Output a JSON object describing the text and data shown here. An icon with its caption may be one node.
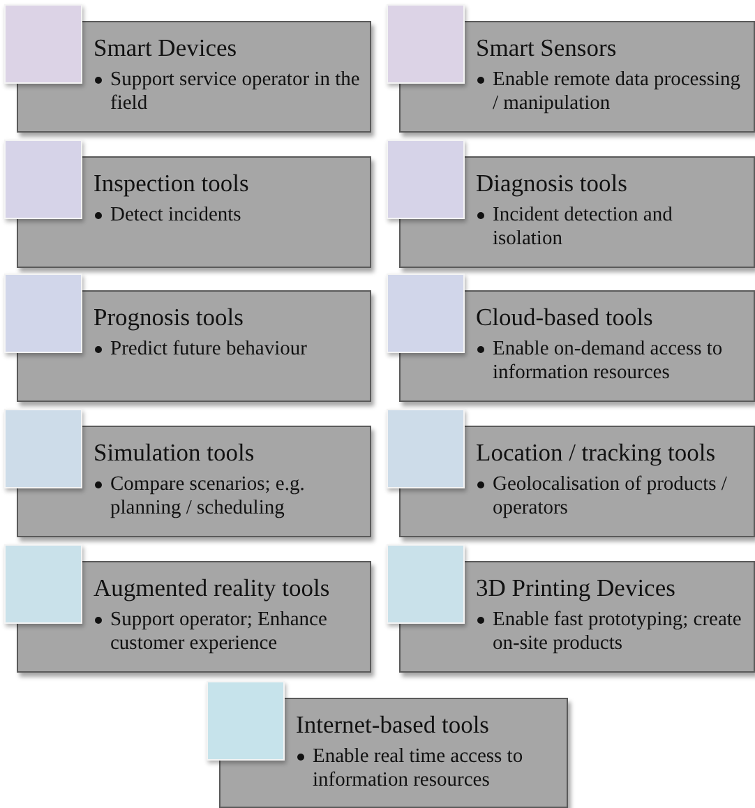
{
  "diagram": {
    "nodes": [
      {
        "text": [
          "Smart Devices",
          "Support service operator in the field"
        ]
      },
      {
        "text": [
          "Smart Sensors",
          "Enable remote data processing / manipulation"
        ]
      },
      {
        "text": [
          "Inspection tools",
          "Detect incidents"
        ]
      },
      {
        "text": [
          "Diagnosis tools",
          "Incident detection and isolation"
        ]
      },
      {
        "text": [
          "Prognosis tools",
          "Predict future behaviour"
        ]
      },
      {
        "text": [
          "Cloud-based tools",
          "Enable on-demand access to information resources"
        ]
      },
      {
        "text": [
          "Simulation tools",
          "Compare scenarios; e.g. planning / scheduling"
        ]
      },
      {
        "text": [
          "Location / tracking tools",
          "Geolocalisation of products / operators"
        ]
      },
      {
        "text": [
          "Augmented reality tools",
          "Support operator; Enhance customer experience"
        ]
      },
      {
        "text": [
          "3D Printing Devices",
          "Enable fast prototyping; create on-site products"
        ]
      },
      {
        "text": [
          "Internet-based tools",
          "Enable real time access to information resources"
        ]
      }
    ]
  }
}
